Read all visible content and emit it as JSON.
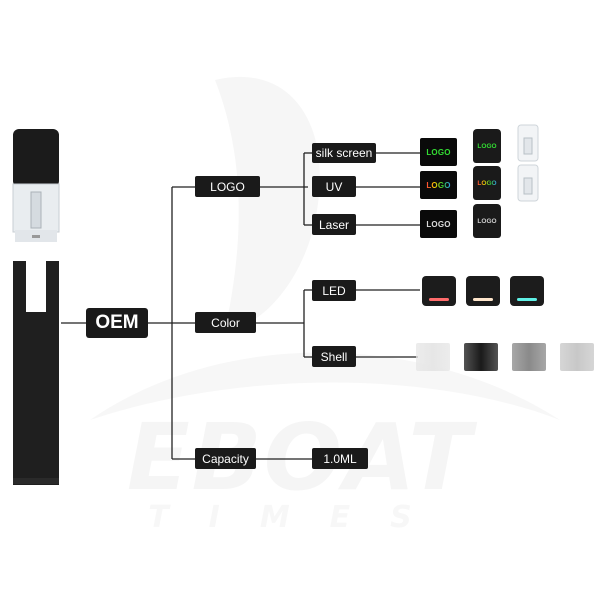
{
  "watermark": {
    "brand": "EBOAT",
    "tagline": "TIMES"
  },
  "root": {
    "label": "OEM"
  },
  "branches": [
    {
      "label": "LOGO",
      "options": [
        {
          "label": "silk screen",
          "logo_text": "LOGO"
        },
        {
          "label": "UV",
          "logo_text": "LOGO"
        },
        {
          "label": "Laser",
          "logo_text": "LOGO"
        }
      ]
    },
    {
      "label": "Color",
      "options": [
        {
          "label": "LED",
          "light_colors": [
            "#ff6b6b",
            "#ffe6cc",
            "#5ff0e6"
          ]
        },
        {
          "label": "Shell",
          "shell_colors": [
            "#e6e6e6",
            "#1a1a1a",
            "#8a8a8a",
            "#c8c8c8"
          ]
        }
      ]
    },
    {
      "label": "Capacity",
      "options": [
        {
          "label": "1.0ML"
        }
      ]
    }
  ],
  "colors": {
    "node_bg": "#1a1a1a",
    "node_text": "#ffffff",
    "connector": "#222222",
    "uv_green": "#33dd33",
    "uv_multicolor": [
      "#ff3b3b",
      "#ffcc00",
      "#33cc33",
      "#3399ff"
    ]
  }
}
